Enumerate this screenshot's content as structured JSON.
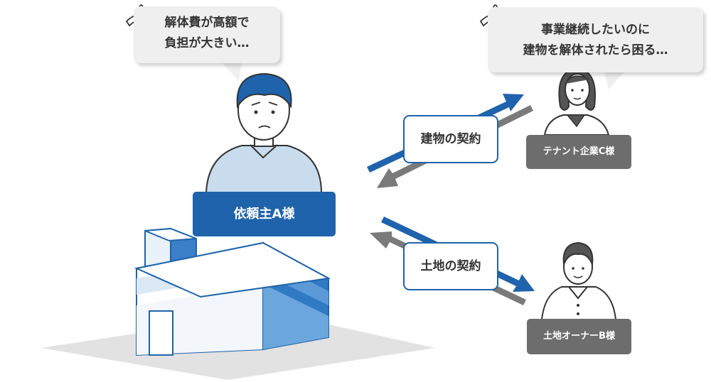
{
  "bubbles": {
    "client": {
      "lines": [
        "解体費が高額で",
        "負担が大きい…"
      ]
    },
    "tenant": {
      "lines": [
        "事業継続したいのに",
        "建物を解体されたら困る…"
      ]
    }
  },
  "labels": {
    "client": "依頼主A様",
    "tenant": "テナント企業C様",
    "owner": "土地オーナーB様"
  },
  "contracts": {
    "building": "建物の契約",
    "land": "土地の契約"
  },
  "colors": {
    "accent_blue": "#1e63ab",
    "arrow_gray": "#7a7a7a",
    "label_gray": "#6d6d6d",
    "bubble_bg": "#efefef",
    "ground": "#e2e2e2"
  },
  "icons": [
    "sweat-drop-icon",
    "sweat-drop-icon",
    "arrow-right-icon",
    "arrow-left-icon"
  ]
}
